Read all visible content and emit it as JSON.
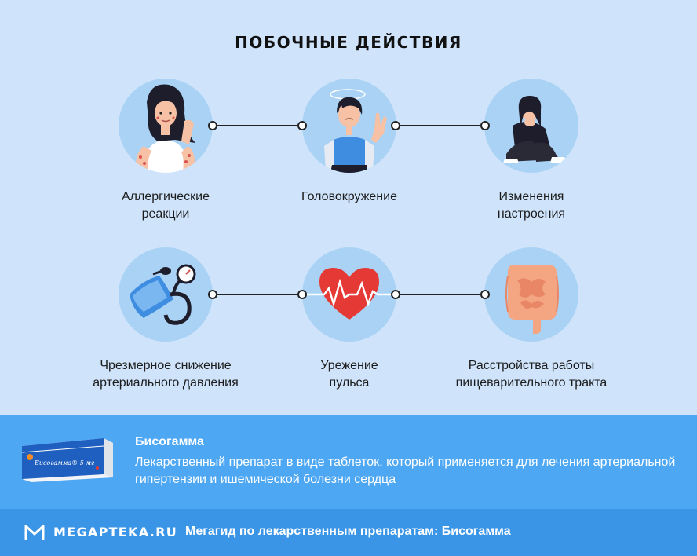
{
  "title": "ПОБОЧНЫЕ ДЕЙСТВИЯ",
  "effects": [
    {
      "label_1": "Аллергические",
      "label_2": "реакции",
      "icon": "allergy-woman-icon"
    },
    {
      "label_1": "Головокружение",
      "label_2": "",
      "icon": "dizzy-woman-icon"
    },
    {
      "label_1": "Изменения",
      "label_2": "настроения",
      "icon": "sad-person-icon"
    },
    {
      "label_1": "Чрезмерное снижение",
      "label_2": "артериального давления",
      "icon": "blood-pressure-monitor-icon"
    },
    {
      "label_1": "Урежение",
      "label_2": "пульса",
      "icon": "heart-pulse-icon"
    },
    {
      "label_1": "Расстройства работы",
      "label_2": "пищеварительного тракта",
      "icon": "intestine-icon"
    }
  ],
  "drug": {
    "name": "Бисогамма",
    "description": "Лекарственный препарат в виде таблеток, который применяется для лечения артериальной гипертензии и ишемической болезни сердца",
    "pack_label": "Бисогамма® 5 мг"
  },
  "footer": {
    "logo": "MEGAPTEKA.RU",
    "text": "Мегагид по лекарственным препаратам: Бисогамма"
  },
  "colors": {
    "background": "#cfe4fb",
    "circle": "#a9d2f5",
    "info_band": "#4ea7f3",
    "footer_band": "#3b95e6"
  }
}
